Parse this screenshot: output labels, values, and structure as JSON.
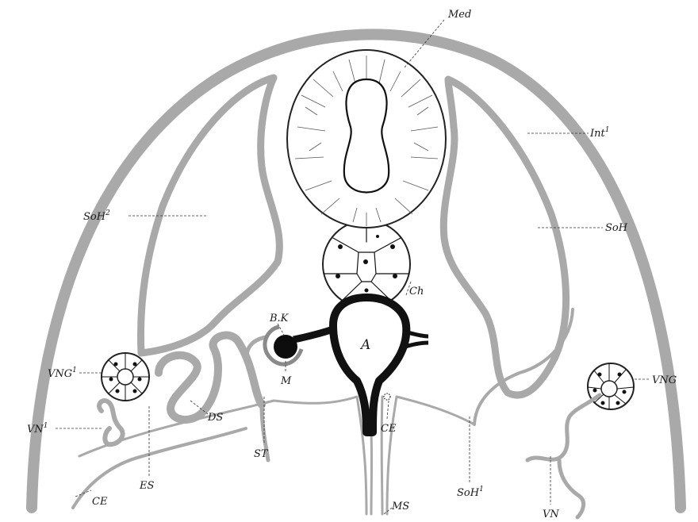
{
  "labels": {
    "med": "Med",
    "int": "Int",
    "int_sup": "1",
    "soh2": "SoH",
    "soh2_sup": "2",
    "soh": "SoH",
    "ch": "Ch",
    "bk": "B.K",
    "a": "A",
    "vng1": "VNG",
    "vng1_sup": "1",
    "vng": "VNG",
    "vn1": "VN",
    "vn1_sup": "1",
    "ds": "DS",
    "m": "M",
    "ce_mid": "CE",
    "st": "ST",
    "soh1": "SoH",
    "soh1_sup": "1",
    "ms": "MS",
    "vn": "VN",
    "ce_left": "CE",
    "es": "ES"
  }
}
